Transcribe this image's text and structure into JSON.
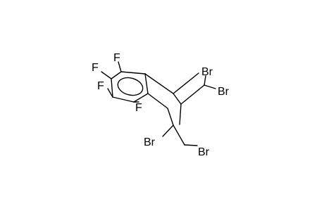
{
  "molecule": {
    "atom_labels": [
      {
        "id": "f-top",
        "text": "F"
      },
      {
        "id": "f-left-upper",
        "text": "F"
      },
      {
        "id": "f-left-lower",
        "text": "F"
      },
      {
        "id": "f-bottom",
        "text": "F"
      },
      {
        "id": "br-upper-left",
        "text": "Br"
      },
      {
        "id": "br-upper-right",
        "text": "Br"
      },
      {
        "id": "br-lower-left",
        "text": "Br"
      },
      {
        "id": "br-lower-right",
        "text": "Br"
      }
    ]
  }
}
